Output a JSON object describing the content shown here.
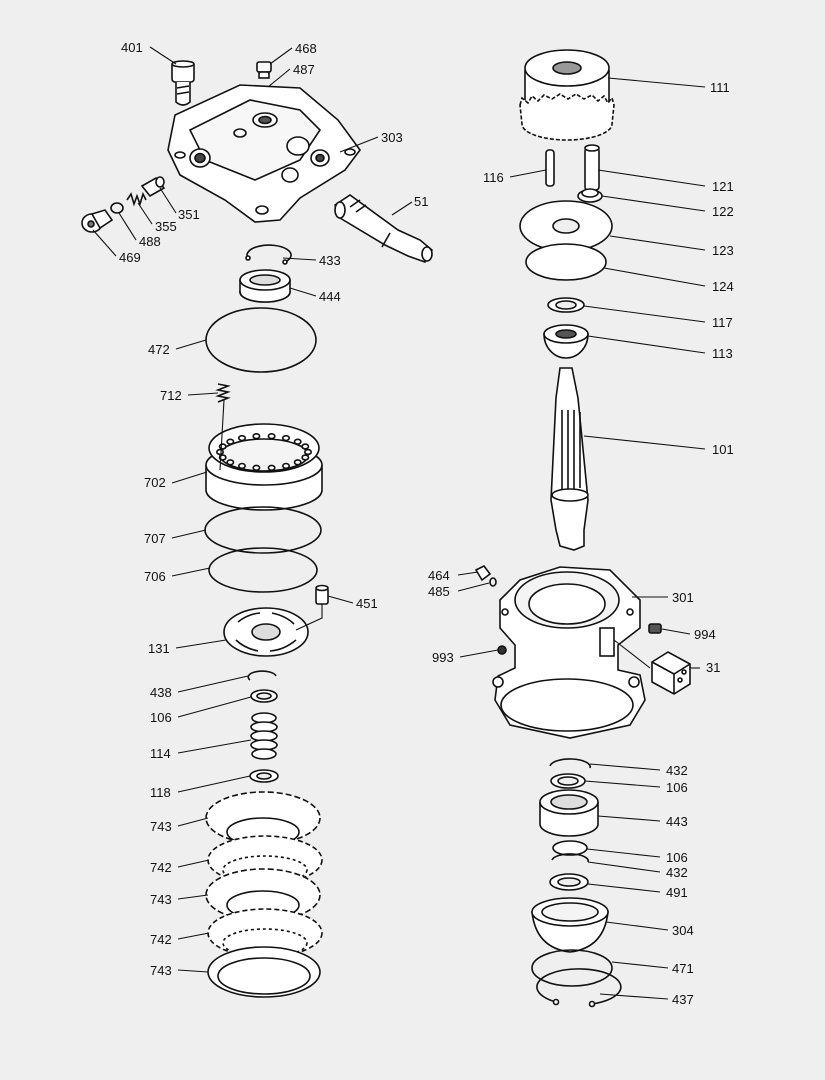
{
  "labels": {
    "l401": "401",
    "l468": "468",
    "l487": "487",
    "l303": "303",
    "l351": "351",
    "l355": "355",
    "l488": "488",
    "l469": "469",
    "l51": "51",
    "l433": "433",
    "l444": "444",
    "l472": "472",
    "l712": "712",
    "l702": "702",
    "l707": "707",
    "l706": "706",
    "l451": "451",
    "l131": "131",
    "l438": "438",
    "l106a": "106",
    "l114": "114",
    "l118": "118",
    "l743a": "743",
    "l742a": "742",
    "l743b": "743",
    "l742b": "742",
    "l743c": "743",
    "l111": "111",
    "l116": "116",
    "l121": "121",
    "l122": "122",
    "l123": "123",
    "l124": "124",
    "l117": "117",
    "l113": "113",
    "l101": "101",
    "l464": "464",
    "l485": "485",
    "l301": "301",
    "l994": "994",
    "l993": "993",
    "l31": "31",
    "l432a": "432",
    "l106b": "106",
    "l443": "443",
    "l106c": "106",
    "l432b": "432",
    "l491": "491",
    "l304": "304",
    "l471": "471",
    "l437": "437"
  }
}
